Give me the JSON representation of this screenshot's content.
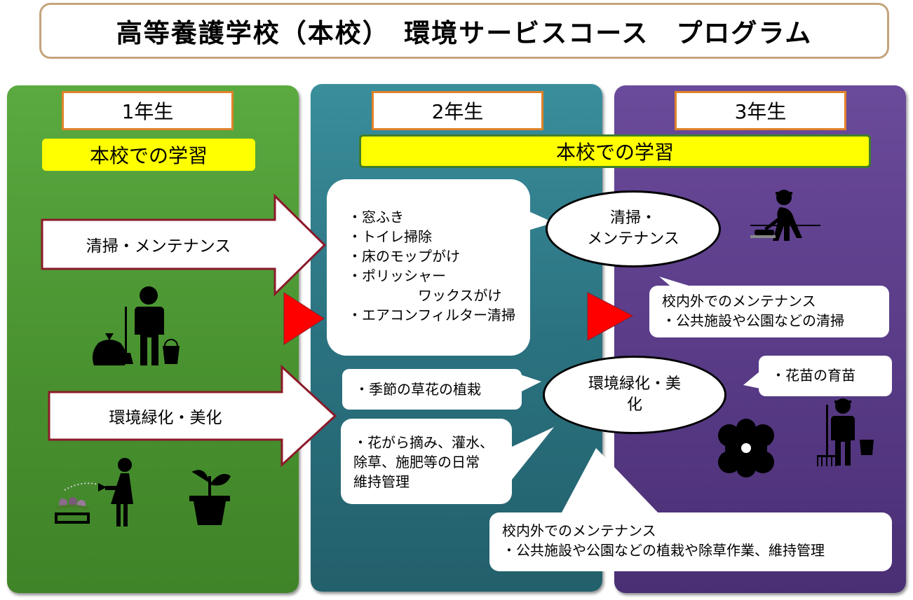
{
  "title": "高等養護学校（本校）　環境サービスコース　プログラム",
  "years": {
    "first": "1年生",
    "second": "2年生",
    "third": "3年生"
  },
  "study_label_1": "本校での学習",
  "study_label_2": "本校での学習",
  "arrows": {
    "cleaning": "清掃・メンテナンス",
    "greening": "環境緑化・美化"
  },
  "year2": {
    "cleaning_list": [
      "・窓ふき",
      "・トイレ掃除",
      "・床のモップがけ",
      "・ポリッシャー",
      "　　　　　ワックスがけ",
      "・エアコンフィルター清掃"
    ],
    "seasonal": "・季節の草花の植栽",
    "maintenance_list": [
      "・花がら摘み、灌水、",
      "除草、施肥等の日常",
      "維持管理"
    ]
  },
  "year3": {
    "cleaning_ellipse": [
      "清掃・",
      "メンテナンス"
    ],
    "cleaning_callout": [
      "校内外でのメンテナンス",
      "・公共施設や公園などの清掃"
    ],
    "greening_ellipse": [
      "環境緑化・美",
      "化"
    ],
    "seedling": "・花苗の育苗",
    "greening_callout": [
      "校内外でのメンテナンス",
      "・公共施設や公園などの植栽や除草作業、維持管理"
    ]
  },
  "icons": [
    "person-with-broom-and-bucket-icon",
    "garbage-bag-icon",
    "person-watering-plants-icon",
    "flower-box-icon",
    "potted-plant-icon",
    "person-with-polisher-icon",
    "flower-icon",
    "person-with-pitchfork-icon"
  ],
  "colors": {
    "panel1": "#4a9a32",
    "panel2": "#2b7280",
    "panel3": "#5a3c88",
    "year_border": "#e0822a",
    "highlight": "#ffff00",
    "arrow_border": "#8b1a2a",
    "triangle": "#ff0000",
    "title_border": "#c4a47c"
  }
}
